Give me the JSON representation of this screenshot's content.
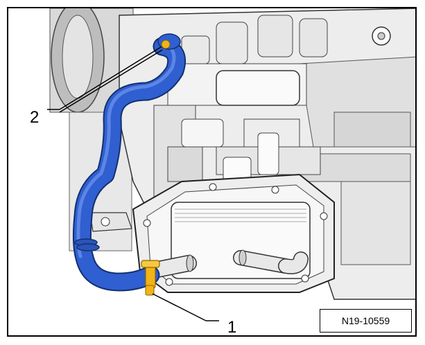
{
  "figure": {
    "reference_code": "N19-10559",
    "callouts": [
      {
        "id": "1",
        "label": "1"
      },
      {
        "id": "2",
        "label": "2"
      }
    ]
  },
  "colors": {
    "hose": "#2f5fd0",
    "hose_dark": "#1a3a8f",
    "hose_light": "#6f96ee",
    "clamp": "#f2b418",
    "engine_light": "#f2f2f2",
    "engine_mid": "#cfcfcf",
    "engine_dark": "#7a7a7a",
    "line": "#222222"
  }
}
